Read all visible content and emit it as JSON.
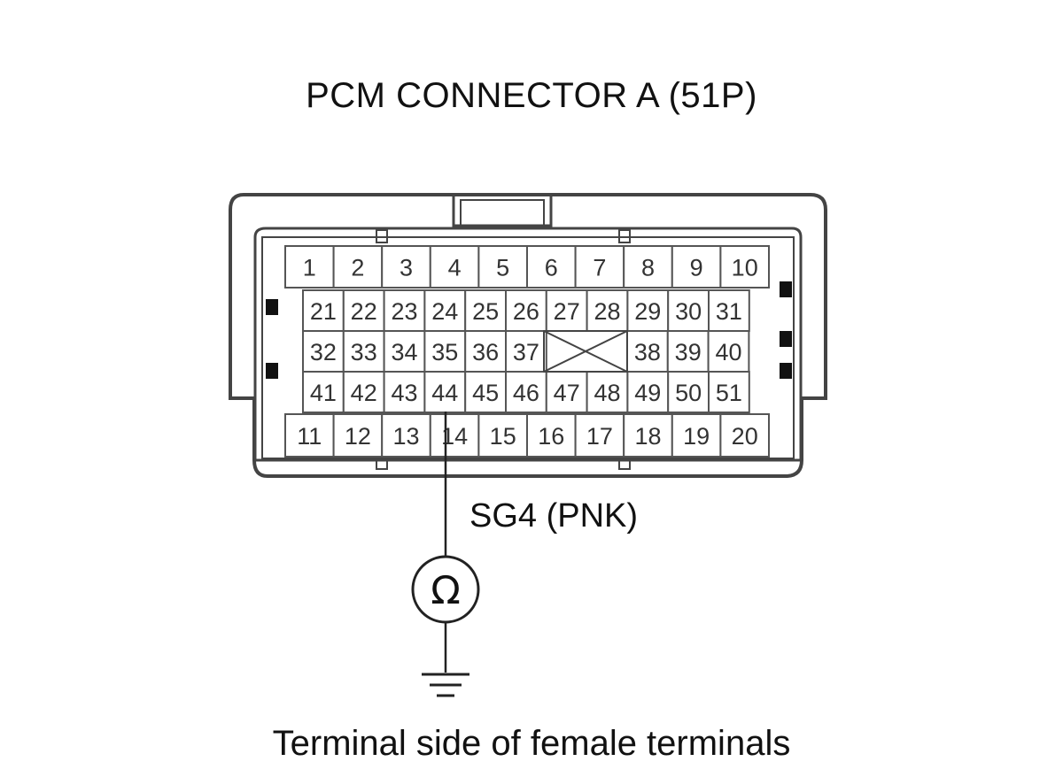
{
  "title": "PCM CONNECTOR A (51P)",
  "caption": "Terminal side of female terminals",
  "wire_label": "SG4 (PNK)",
  "meter_symbol": "Ω",
  "meter_icon": "ohmmeter-icon",
  "ground_icon": "ground-icon",
  "probed_terminal": "14",
  "connector": {
    "row_top": [
      "1",
      "2",
      "3",
      "4",
      "5",
      "6",
      "7",
      "8",
      "9",
      "10"
    ],
    "row_2": [
      "21",
      "22",
      "23",
      "24",
      "25",
      "26",
      "27",
      "28",
      "29",
      "30",
      "31"
    ],
    "row_3_left": [
      "32",
      "33",
      "34",
      "35",
      "36",
      "37"
    ],
    "row_3_right": [
      "38",
      "39",
      "40"
    ],
    "row_4": [
      "41",
      "42",
      "43",
      "44",
      "45",
      "46",
      "47",
      "48",
      "49",
      "50",
      "51"
    ],
    "row_bottom": [
      "11",
      "12",
      "13",
      "14",
      "15",
      "16",
      "17",
      "18",
      "19",
      "20"
    ]
  }
}
